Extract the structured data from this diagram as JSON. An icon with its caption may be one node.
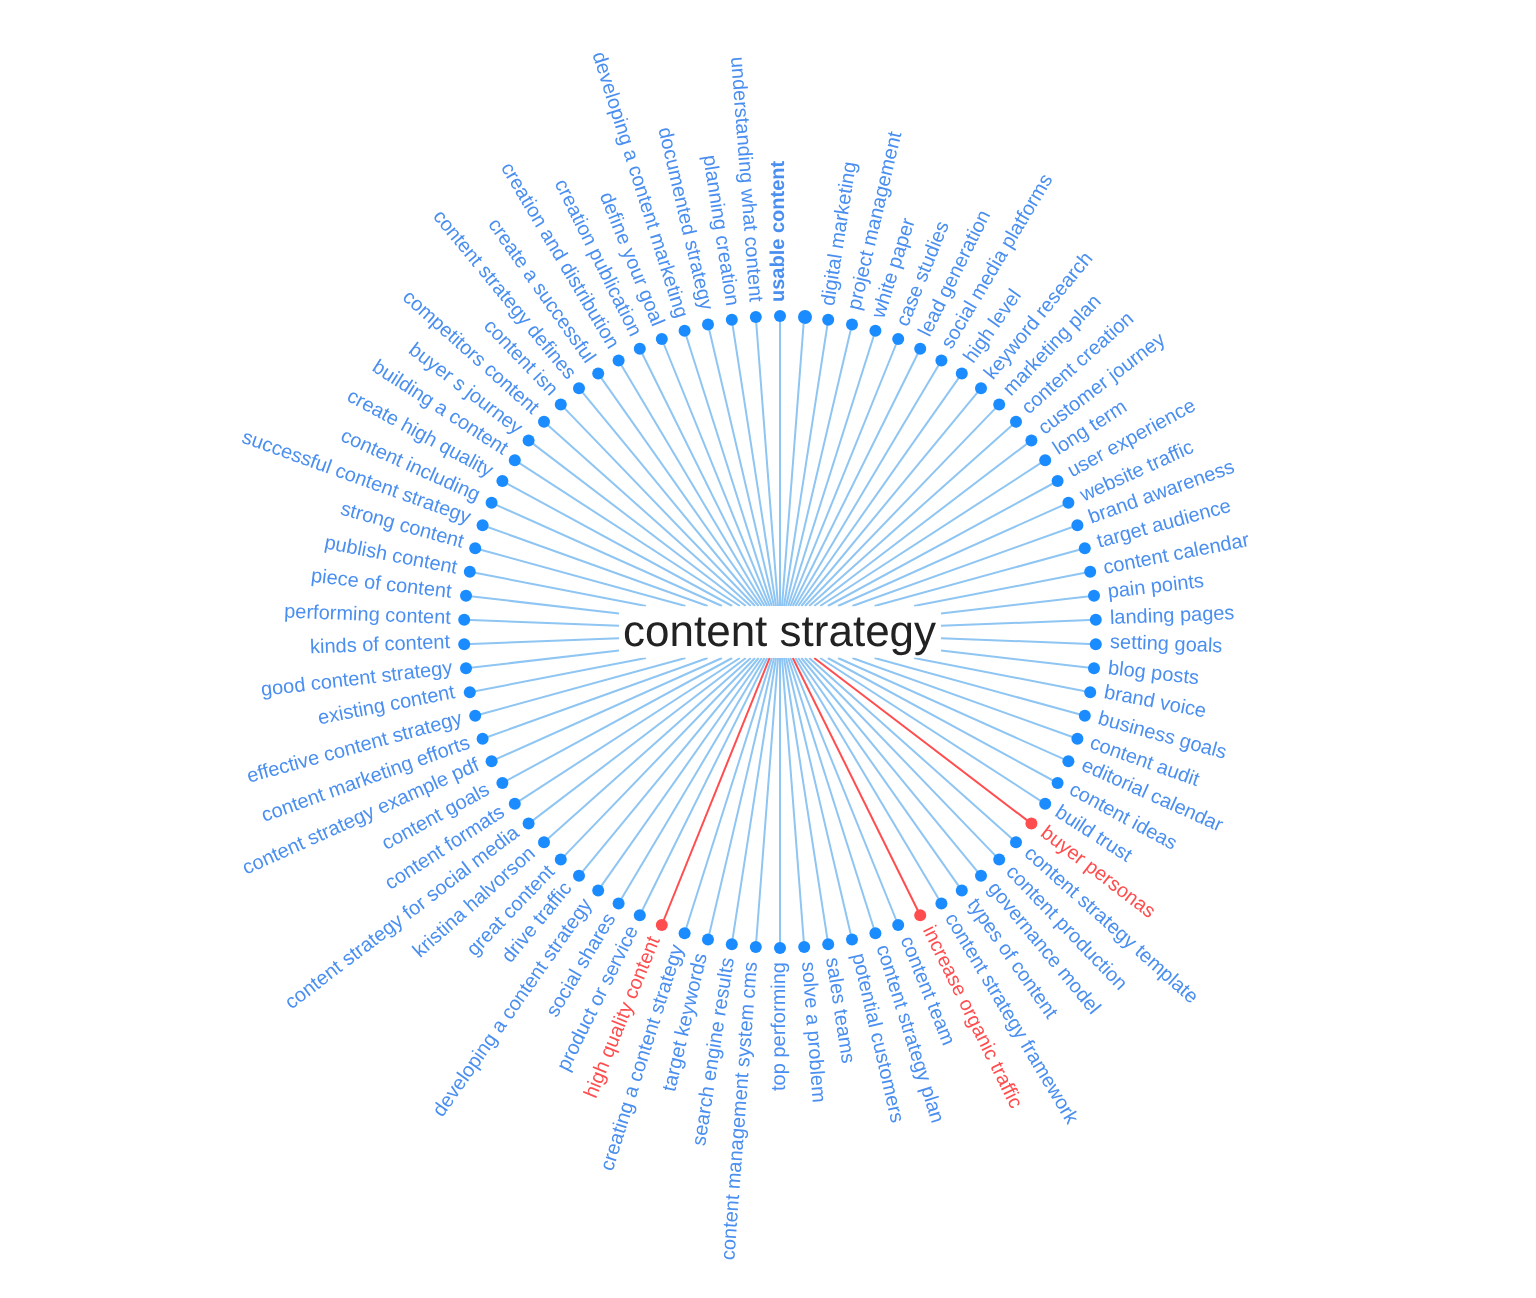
{
  "diagram": {
    "nodes": [
      {
        "text": [
          "content strategy"
        ]
      },
      {
        "text": [
          "usable content"
        ]
      },
      {
        "text": [],
        "shape": "circle"
      },
      {
        "text": [
          "digital marketing"
        ]
      },
      {
        "text": [
          "project management"
        ]
      },
      {
        "text": [
          "white paper"
        ]
      },
      {
        "text": [
          "case studies"
        ]
      },
      {
        "text": [
          "lead generation"
        ]
      },
      {
        "text": [
          "social media platforms"
        ]
      },
      {
        "text": [
          "high level"
        ]
      },
      {
        "text": [
          "keyword research"
        ]
      },
      {
        "text": [
          "marketing plan"
        ]
      },
      {
        "text": [
          "content creation"
        ]
      },
      {
        "text": [
          "customer journey"
        ]
      },
      {
        "text": [
          "long term"
        ]
      },
      {
        "text": [
          "user experience"
        ]
      },
      {
        "text": [
          "website traffic"
        ]
      },
      {
        "text": [
          "brand awareness"
        ]
      },
      {
        "text": [
          "target audience"
        ]
      },
      {
        "text": [
          "content calendar"
        ]
      },
      {
        "text": [
          "pain points"
        ]
      },
      {
        "text": [
          "landing pages"
        ]
      },
      {
        "text": [
          "setting goals"
        ]
      },
      {
        "text": [
          "blog posts"
        ]
      },
      {
        "text": [
          "brand voice"
        ]
      },
      {
        "text": [
          "business goals"
        ]
      },
      {
        "text": [
          "content audit"
        ]
      },
      {
        "text": [
          "editorial calendar"
        ]
      },
      {
        "text": [
          "content ideas"
        ]
      },
      {
        "text": [
          "build trust"
        ]
      },
      {
        "text": [
          "buyer personas"
        ]
      },
      {
        "text": [
          "content strategy template"
        ]
      },
      {
        "text": [
          "content production"
        ]
      },
      {
        "text": [
          "governance model"
        ]
      },
      {
        "text": [
          "types of content"
        ]
      },
      {
        "text": [
          "content strategy framework"
        ]
      },
      {
        "text": [
          "increase organic traffic"
        ]
      },
      {
        "text": [
          "content team"
        ]
      },
      {
        "text": [
          "content strategy plan"
        ]
      },
      {
        "text": [
          "potential customers"
        ]
      },
      {
        "text": [
          "sales teams"
        ]
      },
      {
        "text": [
          "solve a problem"
        ]
      },
      {
        "text": [
          "top performing"
        ]
      },
      {
        "text": [
          "content management system cms"
        ]
      },
      {
        "text": [
          "search engine results"
        ]
      },
      {
        "text": [
          "target keywords"
        ]
      },
      {
        "text": [
          "creating a content strategy"
        ]
      },
      {
        "text": [
          "high quality content"
        ]
      },
      {
        "text": [
          "product or service"
        ]
      },
      {
        "text": [
          "social shares"
        ]
      },
      {
        "text": [
          "developing a content strategy"
        ]
      },
      {
        "text": [
          "drive traffic"
        ]
      },
      {
        "text": [
          "great content"
        ]
      },
      {
        "text": [
          "kristina halvorson"
        ]
      },
      {
        "text": [
          "content strategy for social media"
        ]
      },
      {
        "text": [
          "content formats"
        ]
      },
      {
        "text": [
          "content goals"
        ]
      },
      {
        "text": [
          "content strategy example pdf"
        ]
      },
      {
        "text": [
          "content marketing efforts"
        ]
      },
      {
        "text": [
          "effective content strategy"
        ]
      },
      {
        "text": [
          "existing content"
        ]
      },
      {
        "text": [
          "good content strategy"
        ]
      },
      {
        "text": [
          "kinds of content"
        ]
      },
      {
        "text": [
          "performing content"
        ]
      },
      {
        "text": [
          "piece of content"
        ]
      },
      {
        "text": [
          "publish content"
        ]
      },
      {
        "text": [
          "strong content"
        ]
      },
      {
        "text": [
          "successful content strategy"
        ]
      },
      {
        "text": [
          "content including"
        ]
      },
      {
        "text": [
          "create high quality"
        ]
      },
      {
        "text": [
          "building a content"
        ]
      },
      {
        "text": [
          "buyer s journey"
        ]
      },
      {
        "text": [
          "competitors content"
        ]
      },
      {
        "text": [
          "content isn"
        ]
      },
      {
        "text": [
          "content strategy defines"
        ]
      },
      {
        "text": [
          "create a successful"
        ]
      },
      {
        "text": [
          "creation and distribution"
        ]
      },
      {
        "text": [
          "creation publication"
        ]
      },
      {
        "text": [
          "define your goal"
        ]
      },
      {
        "text": [
          "developing a content marketing"
        ]
      },
      {
        "text": [
          "documented strategy"
        ]
      },
      {
        "text": [
          "planning creation"
        ]
      },
      {
        "text": [
          "understanding what content"
        ]
      }
    ],
    "edges": [
      {
        "from": 0,
        "to": 1,
        "arrow": "other"
      },
      {
        "from": 0,
        "to": 2,
        "arrow": "none"
      },
      {
        "from": 0,
        "to": 3,
        "arrow": "other"
      },
      {
        "from": 0,
        "to": 4,
        "arrow": "other"
      },
      {
        "from": 0,
        "to": 5,
        "arrow": "other"
      },
      {
        "from": 0,
        "to": 6,
        "arrow": "other"
      },
      {
        "from": 0,
        "to": 7,
        "arrow": "other"
      },
      {
        "from": 0,
        "to": 8,
        "arrow": "other"
      },
      {
        "from": 0,
        "to": 9,
        "arrow": "other"
      },
      {
        "from": 0,
        "to": 10,
        "arrow": "other"
      },
      {
        "from": 0,
        "to": 11,
        "arrow": "other"
      },
      {
        "from": 0,
        "to": 12,
        "arrow": "other"
      },
      {
        "from": 0,
        "to": 13,
        "arrow": "other"
      },
      {
        "from": 0,
        "to": 14,
        "arrow": "other"
      },
      {
        "from": 0,
        "to": 15,
        "arrow": "other"
      },
      {
        "from": 0,
        "to": 16,
        "arrow": "other"
      },
      {
        "from": 0,
        "to": 17,
        "arrow": "other"
      },
      {
        "from": 0,
        "to": 18,
        "arrow": "other"
      },
      {
        "from": 0,
        "to": 19,
        "arrow": "other"
      },
      {
        "from": 0,
        "to": 20,
        "arrow": "other"
      },
      {
        "from": 0,
        "to": 21,
        "arrow": "other"
      },
      {
        "from": 0,
        "to": 22,
        "arrow": "other"
      },
      {
        "from": 0,
        "to": 23,
        "arrow": "other"
      },
      {
        "from": 0,
        "to": 24,
        "arrow": "other"
      },
      {
        "from": 0,
        "to": 25,
        "arrow": "other"
      },
      {
        "from": 0,
        "to": 26,
        "arrow": "other"
      },
      {
        "from": 0,
        "to": 27,
        "arrow": "other"
      },
      {
        "from": 0,
        "to": 28,
        "arrow": "other"
      },
      {
        "from": 0,
        "to": 29,
        "arrow": "other"
      },
      {
        "from": 0,
        "to": 30,
        "arrow": "other",
        "color": "#ff4d4f"
      },
      {
        "from": 0,
        "to": 31,
        "arrow": "other"
      },
      {
        "from": 0,
        "to": 32,
        "arrow": "other"
      },
      {
        "from": 0,
        "to": 33,
        "arrow": "other"
      },
      {
        "from": 0,
        "to": 34,
        "arrow": "other"
      },
      {
        "from": 0,
        "to": 35,
        "arrow": "other"
      },
      {
        "from": 0,
        "to": 36,
        "arrow": "other",
        "color": "#ff4d4f"
      },
      {
        "from": 0,
        "to": 37,
        "arrow": "other"
      },
      {
        "from": 0,
        "to": 38,
        "arrow": "other"
      },
      {
        "from": 0,
        "to": 39,
        "arrow": "other"
      },
      {
        "from": 0,
        "to": 40,
        "arrow": "other"
      },
      {
        "from": 0,
        "to": 41,
        "arrow": "other"
      },
      {
        "from": 0,
        "to": 42,
        "arrow": "other"
      },
      {
        "from": 0,
        "to": 43,
        "arrow": "other"
      },
      {
        "from": 0,
        "to": 44,
        "arrow": "other"
      },
      {
        "from": 0,
        "to": 45,
        "arrow": "other"
      },
      {
        "from": 0,
        "to": 46,
        "arrow": "other"
      },
      {
        "from": 0,
        "to": 47,
        "arrow": "other",
        "color": "#ff4d4f"
      },
      {
        "from": 0,
        "to": 48,
        "arrow": "other"
      },
      {
        "from": 0,
        "to": 49,
        "arrow": "other"
      },
      {
        "from": 0,
        "to": 50,
        "arrow": "other"
      },
      {
        "from": 0,
        "to": 51,
        "arrow": "other"
      },
      {
        "from": 0,
        "to": 52,
        "arrow": "other"
      },
      {
        "from": 0,
        "to": 53,
        "arrow": "other"
      },
      {
        "from": 0,
        "to": 54,
        "arrow": "other"
      },
      {
        "from": 0,
        "to": 55,
        "arrow": "other"
      },
      {
        "from": 0,
        "to": 56,
        "arrow": "other"
      },
      {
        "from": 0,
        "to": 57,
        "arrow": "other"
      },
      {
        "from": 0,
        "to": 58,
        "arrow": "other"
      },
      {
        "from": 0,
        "to": 59,
        "arrow": "other"
      },
      {
        "from": 0,
        "to": 60,
        "arrow": "other"
      },
      {
        "from": 0,
        "to": 61,
        "arrow": "other"
      },
      {
        "from": 0,
        "to": 62,
        "arrow": "other"
      },
      {
        "from": 0,
        "to": 63,
        "arrow": "other"
      },
      {
        "from": 0,
        "to": 64,
        "arrow": "other"
      },
      {
        "from": 0,
        "to": 65,
        "arrow": "other"
      },
      {
        "from": 0,
        "to": 66,
        "arrow": "other"
      },
      {
        "from": 0,
        "to": 67,
        "arrow": "other"
      },
      {
        "from": 0,
        "to": 68,
        "arrow": "other"
      },
      {
        "from": 0,
        "to": 69,
        "arrow": "other"
      },
      {
        "from": 0,
        "to": 70,
        "arrow": "other"
      },
      {
        "from": 0,
        "to": 71,
        "arrow": "other"
      },
      {
        "from": 0,
        "to": 72,
        "arrow": "other"
      },
      {
        "from": 0,
        "to": 73,
        "arrow": "other"
      },
      {
        "from": 0,
        "to": 74,
        "arrow": "other"
      },
      {
        "from": 0,
        "to": 75,
        "arrow": "other"
      },
      {
        "from": 0,
        "to": 76,
        "arrow": "other"
      },
      {
        "from": 0,
        "to": 77,
        "arrow": "other"
      },
      {
        "from": 0,
        "to": 78,
        "arrow": "other"
      },
      {
        "from": 0,
        "to": 79,
        "arrow": "other"
      },
      {
        "from": 0,
        "to": 80,
        "arrow": "other"
      },
      {
        "from": 0,
        "to": 81,
        "arrow": "other"
      },
      {
        "from": 0,
        "to": 82,
        "arrow": "other"
      }
    ]
  }
}
